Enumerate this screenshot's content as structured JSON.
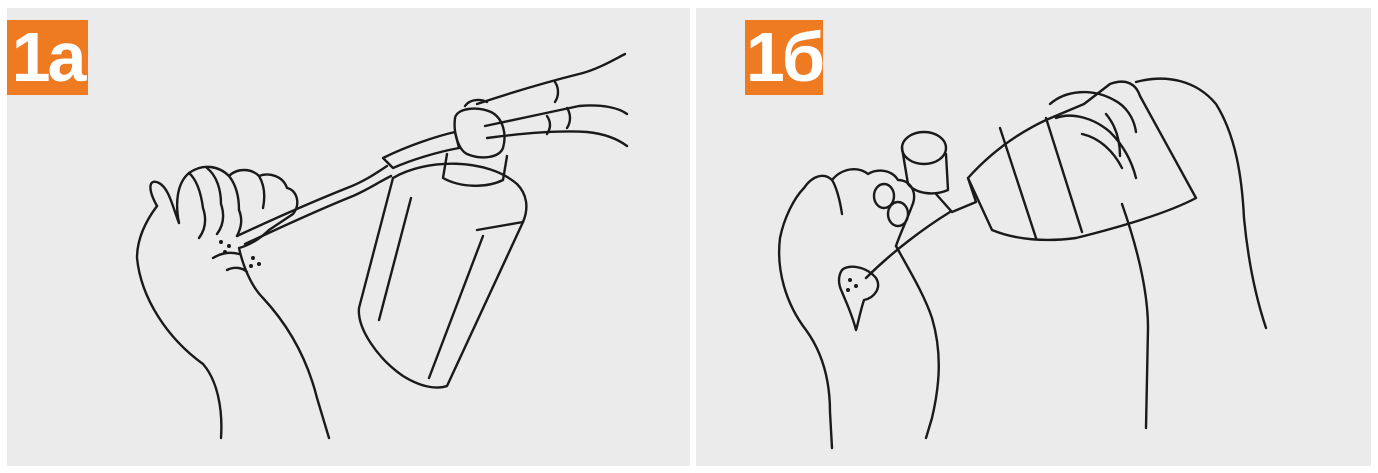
{
  "panels": [
    {
      "label": "1a",
      "illustration": "hand-pump-dispenser"
    },
    {
      "label": "1б",
      "illustration": "hand-pouring-bottle"
    }
  ],
  "colors": {
    "badge": "#ee7a22",
    "panel_background": "#ebebeb",
    "line": "#1a1a1a"
  }
}
